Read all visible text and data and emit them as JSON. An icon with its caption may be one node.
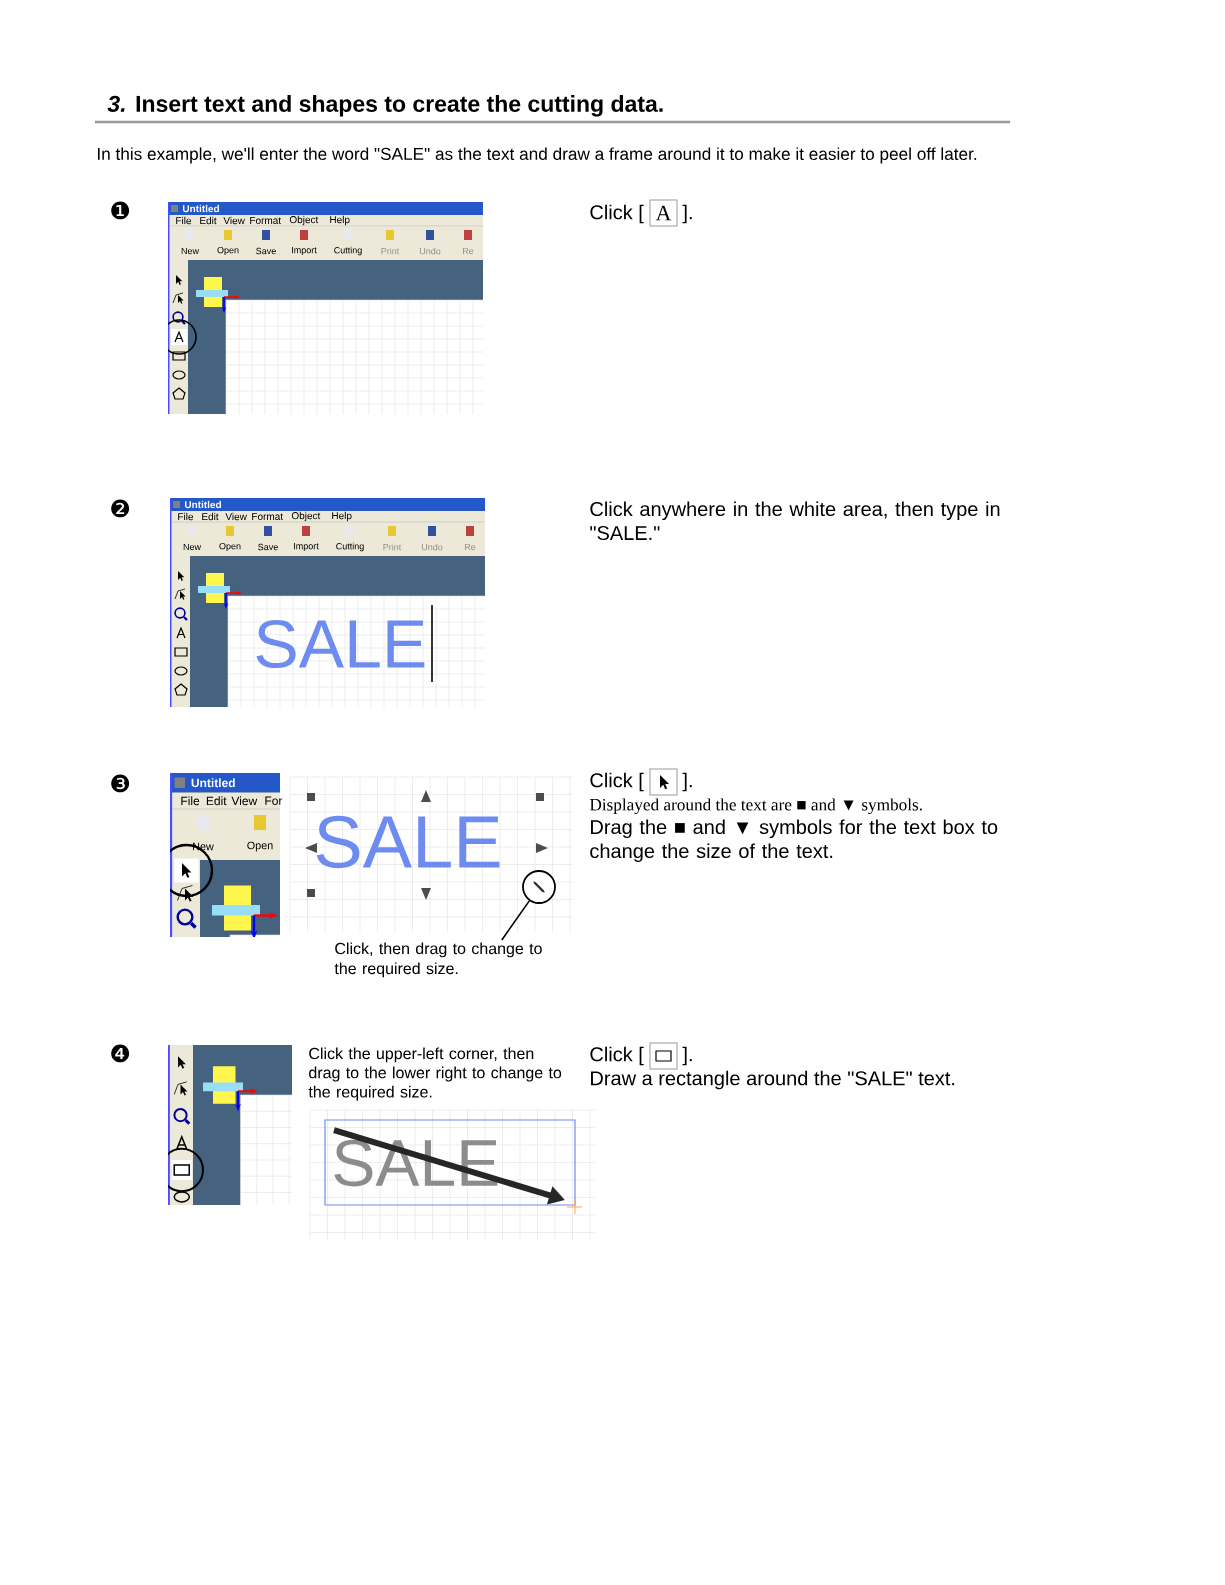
{
  "diagram": {
    "title": "*3.* Insert text and shapes to create the cutting data.",
    "nodes": [
      {
        "text": [
          "Click, then drag to change to the required size."
        ]
      },
      {
        "text": [],
        "shape": "circle"
      }
    ],
    "edges": [
      {
        "from": 0,
        "to": 1,
        "arrow": "none"
      }
    ],
    "labels": [
      "In this example, we'll enter the word \"SALE\" as the text and draw a frame around it to make it easier to peel off later.",
      "❶",
      "Untitled",
      "File",
      "Edit",
      "View",
      "Format",
      "Object",
      "Help",
      "New",
      "Open",
      "Save",
      "Import",
      "Cutting",
      "Print",
      "Undo",
      "Re",
      "Click [",
      "A",
      "].",
      "❷",
      "Untitled",
      "File",
      "Edit",
      "View",
      "Format",
      "Object",
      "Help",
      "New",
      "Open",
      "Save",
      "Import",
      "Cutting",
      "Print",
      "Undo",
      "Re",
      "SALE",
      "Click anywhere in the white area, then type in \"SALE.\"",
      "❸",
      "Untitled",
      "File",
      "Edit",
      "View",
      "For",
      "New",
      "Open",
      "SALE",
      "Click [",
      "].",
      "Displayed around the text are ■ and ▼ symbols.",
      "Drag the ■ and ▼ symbols for the text box to change the size of the text.",
      "❹",
      "Click the upper-left corner, then drag to the lower right to change to the required size.",
      "SALE",
      "Click [",
      "].",
      "Draw a rectangle around the \"SALE\" text."
    ]
  }
}
